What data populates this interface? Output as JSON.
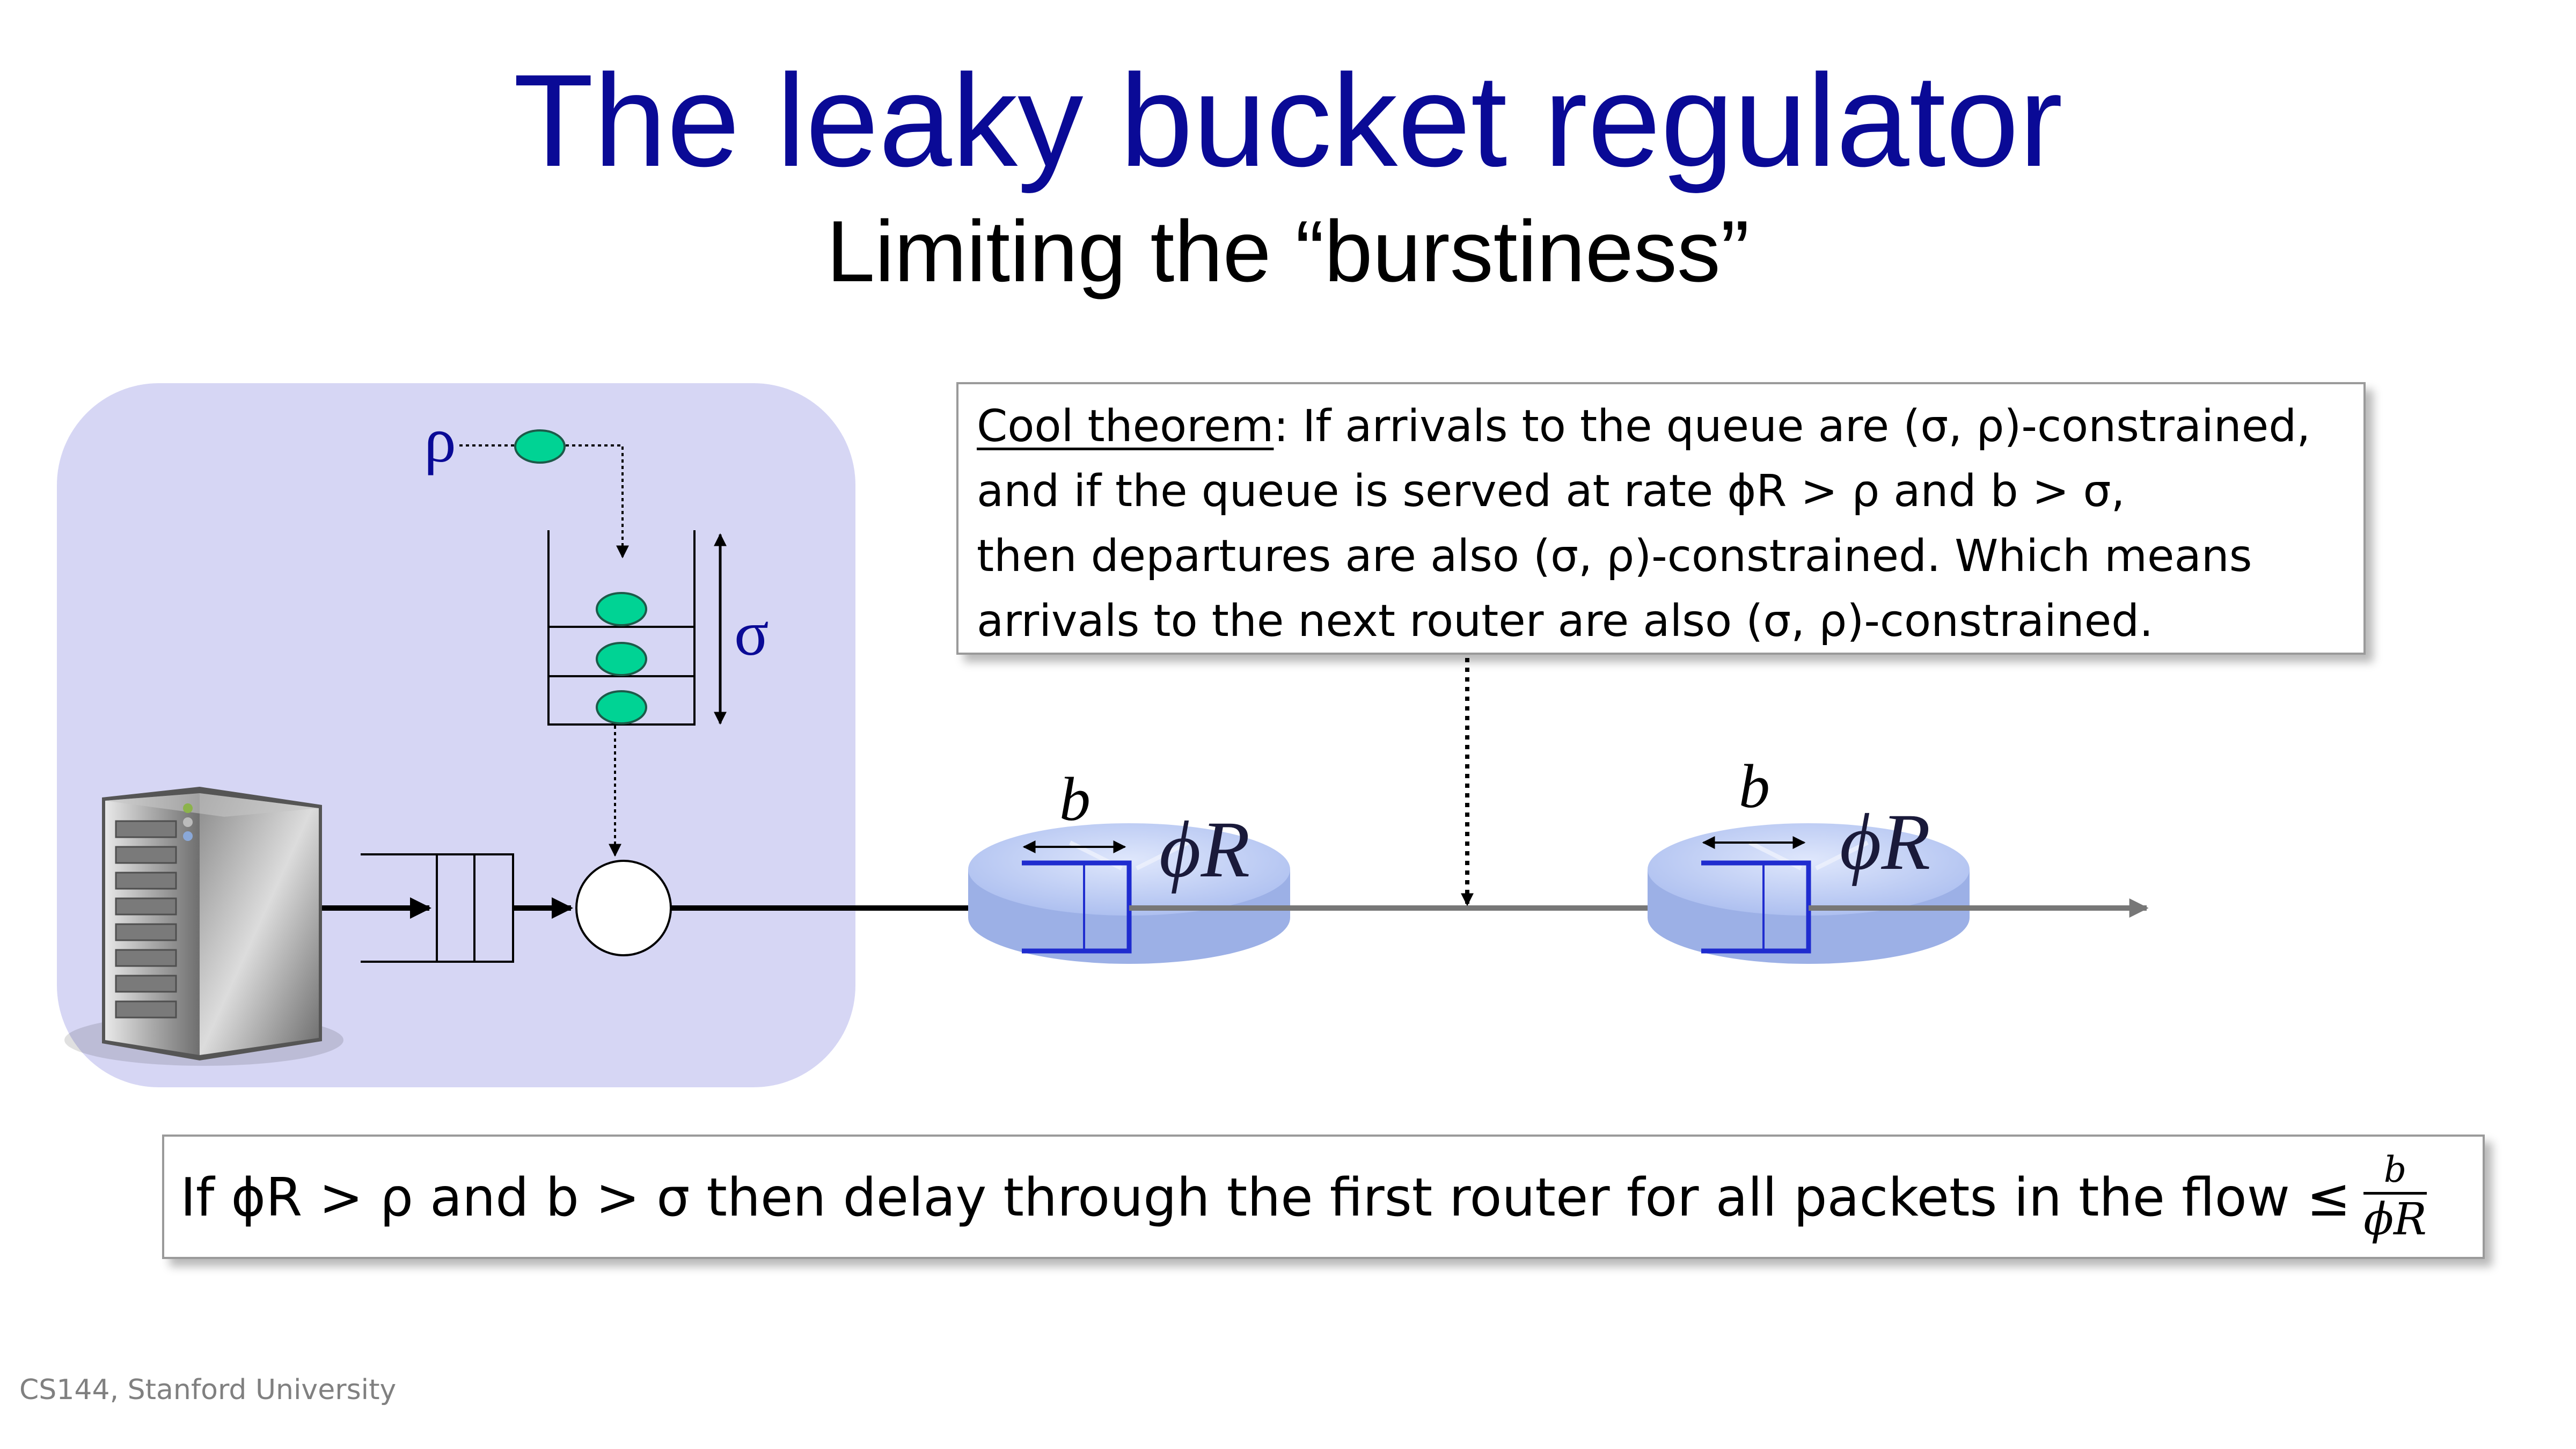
{
  "slide": {
    "title": "The leaky bucket regulator",
    "subtitle": "Limiting the “burstiness”"
  },
  "theorem": {
    "heading": "Cool theorem",
    "line1_rest": ": If arrivals to the queue are (σ, ρ)-constrained,",
    "line2": "and if the queue is served at rate ϕR > ρ and b > σ,",
    "line3": "then departures are also (σ, ρ)-constrained. Which means",
    "line4": "arrivals to the next router are also (σ, ρ)-constrained."
  },
  "delay_note": {
    "text": "If ϕR > ρ and b > σ then delay through the first router for all packets in the flow ≤",
    "frac_num": "b",
    "frac_den": "ϕR"
  },
  "diagram": {
    "rho_label": "ρ",
    "sigma_label": "σ",
    "router1_buffer_label": "b",
    "router1_rate_label": "ϕR",
    "router2_buffer_label": "b",
    "router2_rate_label": "ϕR",
    "colors": {
      "panel": "#d6d6f4",
      "token": "#00d394",
      "router": "#c9d6f8",
      "router_queue": "#1f2ccf",
      "title": "#0a0a96",
      "label": "#0a0a96"
    },
    "icons": [
      "server-icon",
      "router-icon"
    ]
  },
  "footer": {
    "text": "CS144, Stanford University"
  }
}
